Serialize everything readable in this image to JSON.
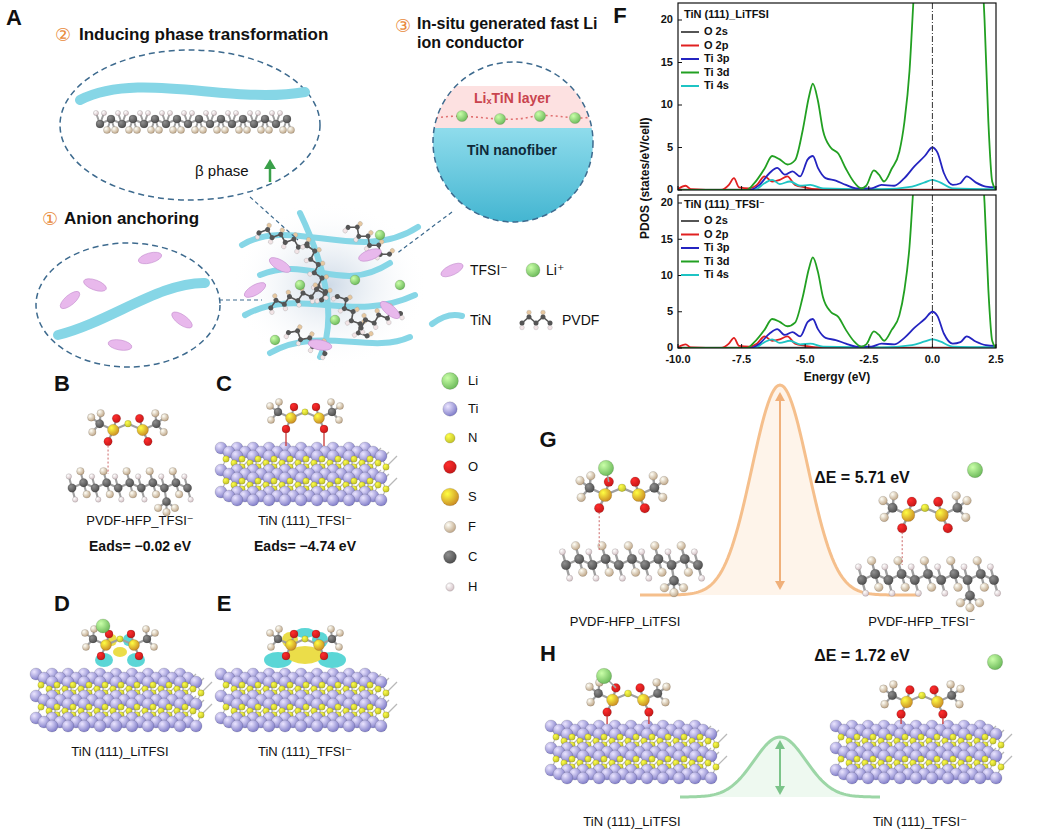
{
  "diagram": {
    "nodes": [
      {
        "text": [
          "②",
          "Inducing phase transformation",
          "β phase"
        ]
      },
      {
        "text": [
          "③",
          "In-situ generated fast Li ion conductor"
        ]
      },
      {
        "text": [
          "LiₓTiN layer"
        ],
        "in": 1
      },
      {
        "text": [
          "TiN nanofiber"
        ],
        "in": 1
      },
      {
        "text": [
          "①",
          "Anion anchoring"
        ]
      }
    ],
    "labels": [
      "A",
      "F",
      "TiN (111)_LiTFSI",
      "TiN (111)_TFSI⁻",
      "PDOS (states/eV/cell)",
      "20",
      "15",
      "10",
      "5",
      "0",
      "20",
      "15",
      "10",
      "5",
      "0",
      "-10.0",
      "-7.5",
      "-5.0",
      "-2.5",
      "0.0",
      "2.5",
      "Energy (eV)",
      "B",
      "PVDF-HFP_TFSI⁻",
      "Eads= −0.02 eV",
      "C",
      "TiN (111)_TFSI⁻",
      "Eads= −4.74 eV",
      "G",
      "ΔE = 5.71 eV",
      "PVDF-HFP_LiTFSI",
      "PVDF-HFP_TFSI⁻",
      "D",
      "TiN (111)_LiTFSI",
      "E",
      "TiN (111)_TFSI⁻",
      "H",
      "ΔE = 1.72 eV",
      "TiN (111)_LiTFSI",
      "TiN (111)_TFSI⁻"
    ],
    "legend": [
      {
        "text": "TFSI⁻"
      },
      {
        "text": "Li⁺"
      },
      {
        "text": "TiN"
      },
      {
        "text": "PVDF"
      },
      {
        "text": "O 2s"
      },
      {
        "text": "O 2p"
      },
      {
        "text": "Ti 3p"
      },
      {
        "text": "Ti 3d"
      },
      {
        "text": "Ti 4s"
      },
      {
        "text": "O 2s"
      },
      {
        "text": "O 2p"
      },
      {
        "text": "Ti 3p"
      },
      {
        "text": "Ti 3d"
      },
      {
        "text": "Ti 4s"
      },
      {
        "text": "Li"
      },
      {
        "text": "Ti"
      },
      {
        "text": "N"
      },
      {
        "text": "O"
      },
      {
        "text": "S"
      },
      {
        "text": "F"
      },
      {
        "text": "C"
      },
      {
        "text": "H"
      }
    ]
  }
}
